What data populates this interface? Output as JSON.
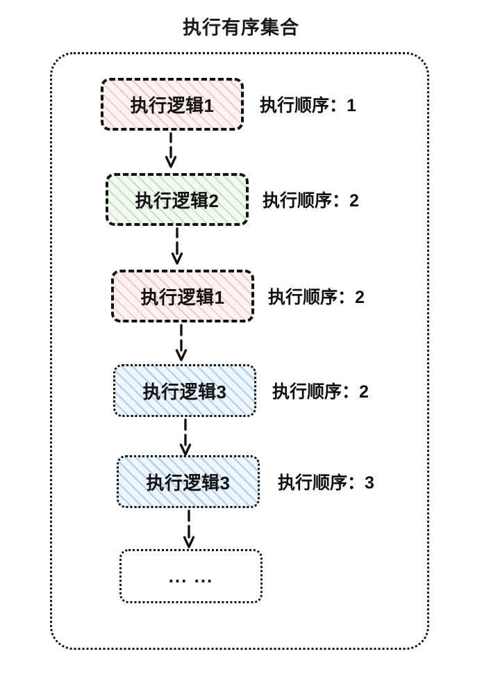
{
  "title": "执行有序集合",
  "container": {
    "name": "ordered-execution-set-container",
    "border_style": "dotted",
    "border_color": "#111111"
  },
  "colors": {
    "pink": "#e09696",
    "green": "#85bf78",
    "blue": "#8bb9e6",
    "stroke": "#111111",
    "background": "#ffffff"
  },
  "nodes": [
    {
      "label": "执行逻辑1",
      "order_label": "执行顺序：1",
      "fill": "pink",
      "border": "dashed"
    },
    {
      "label": "执行逻辑2",
      "order_label": "执行顺序：2",
      "fill": "green",
      "border": "dashed"
    },
    {
      "label": "执行逻辑1",
      "order_label": "执行顺序：2",
      "fill": "pink",
      "border": "dashed"
    },
    {
      "label": "执行逻辑3",
      "order_label": "执行顺序：2",
      "fill": "blue",
      "border": "dotted"
    },
    {
      "label": "执行逻辑3",
      "order_label": "执行顺序：3",
      "fill": "blue",
      "border": "dotted"
    },
    {
      "label": "... ...",
      "order_label": "",
      "fill": "none",
      "border": "dotted"
    }
  ],
  "connectors": {
    "count": 5,
    "style": "dashed-arrow-down",
    "arrow_glyph": "arrow-down"
  }
}
